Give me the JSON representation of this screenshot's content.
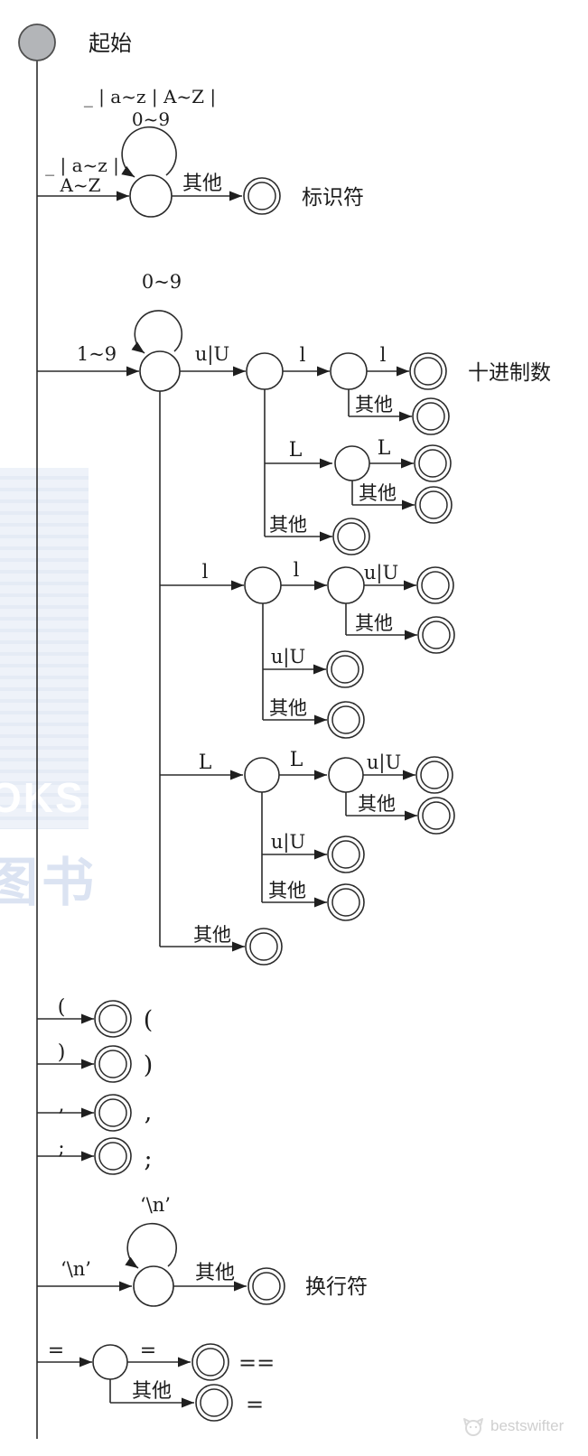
{
  "colors": {
    "line": "#2b2b2b",
    "start_fill": "#b3b5b8",
    "watermark_blue": "#e8eef7",
    "credit_gray": "#cfcfcf"
  },
  "watermark": {
    "books_fragment": "OKS",
    "books_cn": "图书",
    "credit": "bestswifter"
  },
  "start": {
    "label": "起始"
  },
  "identifier": {
    "entry_line1": "_ | a~z |",
    "entry_line2": "A~Z",
    "loop_line1": "_ | a~z | A~Z |",
    "loop_line2": "0~9",
    "other": "其他",
    "result": "标识符"
  },
  "decimal": {
    "entry": "1~9",
    "loop": "0~9",
    "u": "u|U",
    "l": "l",
    "L": "L",
    "other": "其他",
    "result": "十进制数"
  },
  "punctuation": {
    "lparen": "(",
    "rparen": ")",
    "comma": ",",
    "semicolon": ";"
  },
  "newline": {
    "entry": "‘\\n’",
    "loop": "‘\\n’",
    "other": "其他",
    "result": "换行符"
  },
  "assignment": {
    "eq": "=",
    "double_eq": "==",
    "single_eq": "=",
    "other": "其他"
  }
}
